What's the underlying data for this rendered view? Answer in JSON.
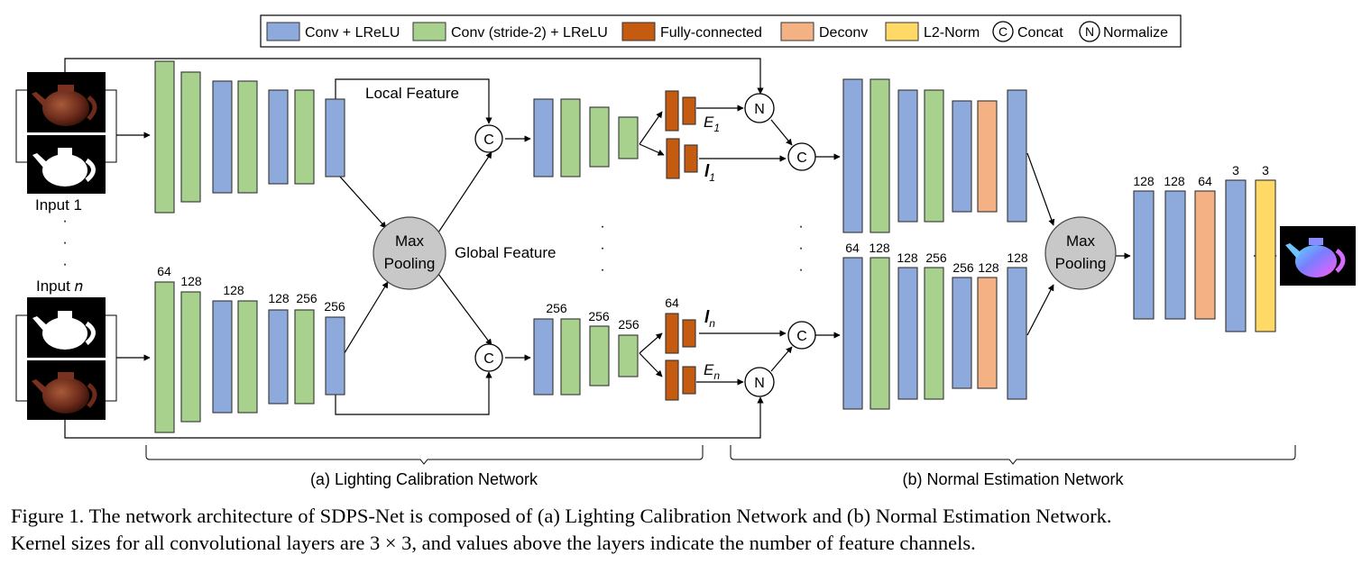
{
  "legend": {
    "conv": "Conv + LReLU",
    "conv_s2": "Conv (stride-2) + LReLU",
    "fc": "Fully-connected",
    "deconv": "Deconv",
    "l2norm": "L2-Norm",
    "concat_symbol": "C",
    "concat": "Concat",
    "normalize_symbol": "N",
    "normalize": "Normalize"
  },
  "colors": {
    "conv": "#8EA9DB",
    "conv_s2": "#A9D18E",
    "fc": "#C55A11",
    "deconv": "#F4B183",
    "l2norm": "#FFD966",
    "maxpool": "#C8C8C8"
  },
  "inputs": {
    "first": "Input 1",
    "last": "Input 𝑛",
    "dots": "·"
  },
  "labels": {
    "local_feature": "Local Feature",
    "global_feature": "Global Feature",
    "maxpool_line1": "Max",
    "maxpool_line2": "Pooling",
    "e1": "E",
    "e1_sub": "1",
    "l1": "l",
    "l1_sub": "1",
    "en": "E",
    "en_sub": "n",
    "ln": "l",
    "ln_sub": "n"
  },
  "channels": {
    "lcn_enc": [
      "64",
      "128",
      "128",
      "128",
      "256",
      "256"
    ],
    "lcn_head": [
      "256",
      "256",
      "256",
      "64"
    ],
    "nen_enc": [
      "64",
      "128",
      "128",
      "256",
      "256",
      "128",
      "128"
    ],
    "nen_out": [
      "128",
      "128",
      "64",
      "3",
      "3"
    ]
  },
  "sections": {
    "lighting": "(a) Lighting Calibration Network",
    "normal": "(b) Normal Estimation Network"
  },
  "caption": {
    "line1": "Figure 1. The network architecture of SDPS-Net is composed of (a) Lighting Calibration Network and (b) Normal Estimation Network.",
    "line2": "Kernel sizes for all convolutional layers are 3 × 3, and values above the layers indicate the number of feature channels."
  }
}
